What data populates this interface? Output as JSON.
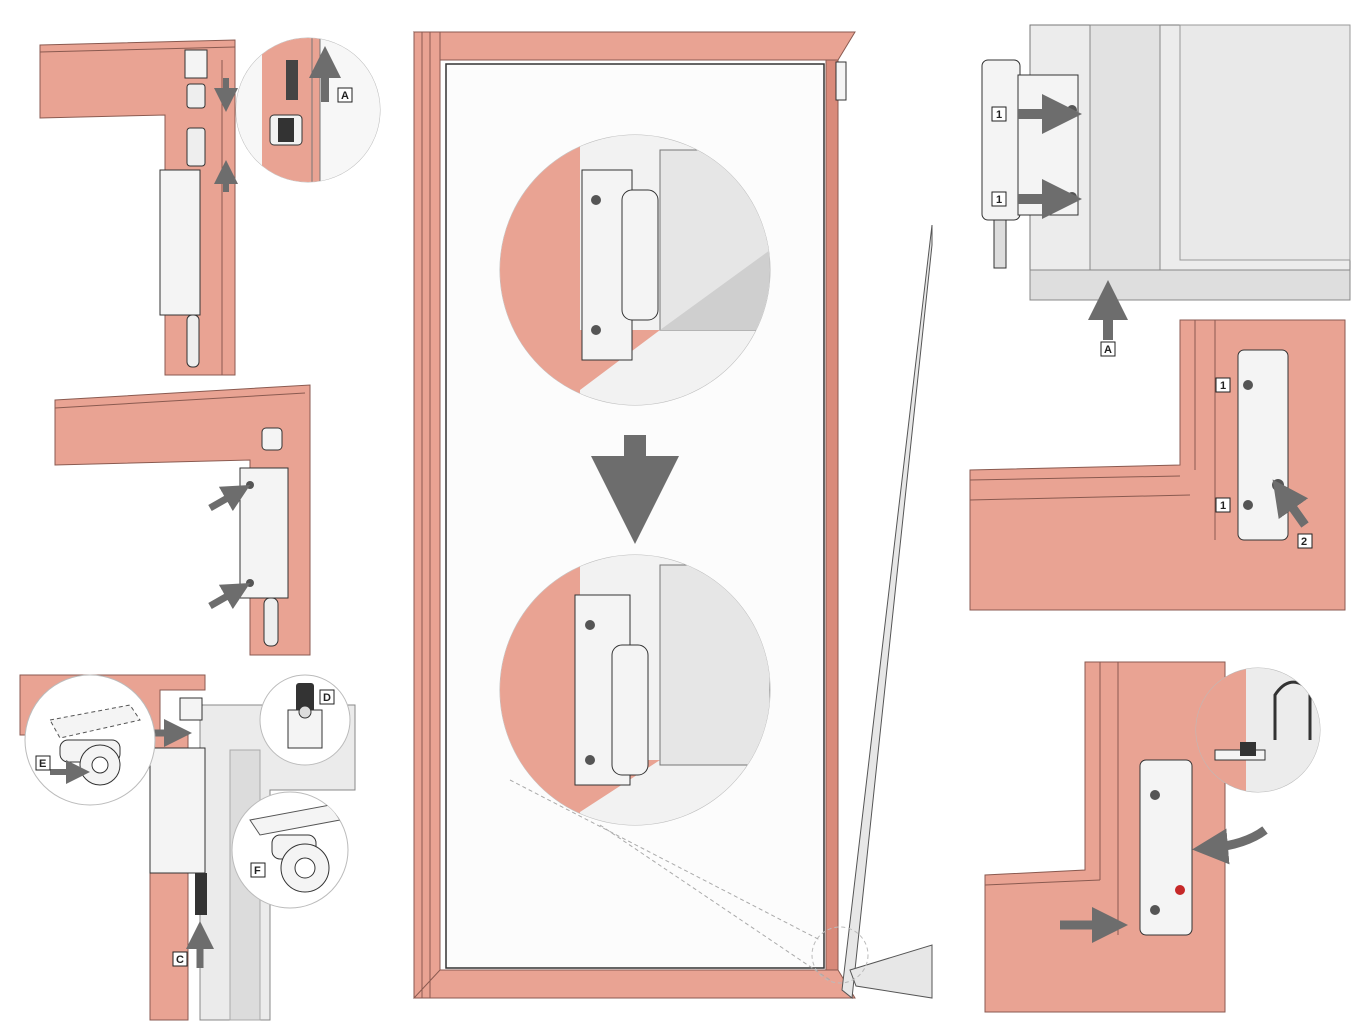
{
  "colors": {
    "frame": "#e9a393",
    "frame_dark": "#d98a7a",
    "frame_edge": "#8a5a50",
    "hardware": "#f4f4f4",
    "steel": "#c8c8c8",
    "arrow": "#6d6d6d",
    "line": "#333333",
    "background": "#ffffff"
  },
  "icons": {
    "arrow": "arrow-icon",
    "magnifier": "detail-circle-icon"
  },
  "labels": {
    "a1": "A",
    "a2": "A",
    "c": "C",
    "d": "D",
    "e": "E",
    "f": "F",
    "one_top": "1",
    "one_bottom": "1",
    "one_r1": "1",
    "one_r2": "1",
    "two": "2"
  }
}
